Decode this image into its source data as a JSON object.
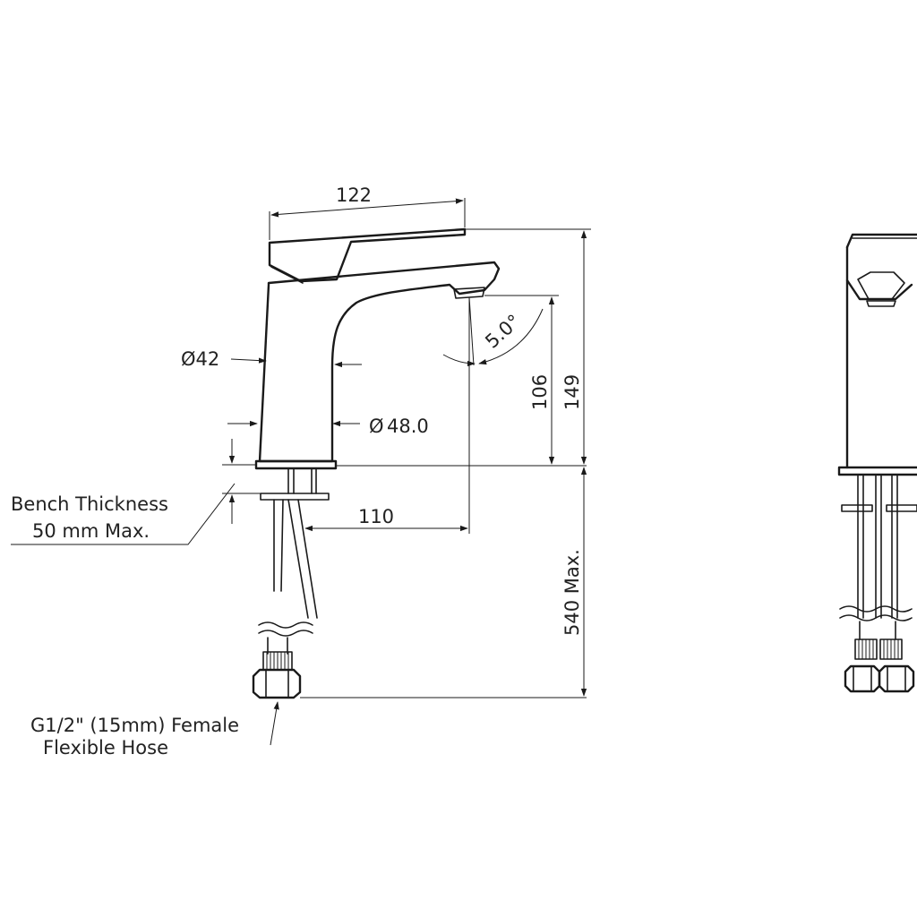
{
  "drawing": {
    "dimensions": {
      "spout_length": "122",
      "body_diameter": "Ø42",
      "base_diameter": "48.0",
      "base_diameter_symbol": "Ø",
      "outlet_angle": "5.0°",
      "outlet_height": "106",
      "overall_height": "149",
      "reach": "110",
      "hose_length": "540 Max."
    },
    "notes": {
      "bench_line1": "Bench Thickness",
      "bench_line2": "50 mm  Max.",
      "hose_line1": "G1/2\" (15mm) Female",
      "hose_line2": "Flexible Hose"
    }
  }
}
